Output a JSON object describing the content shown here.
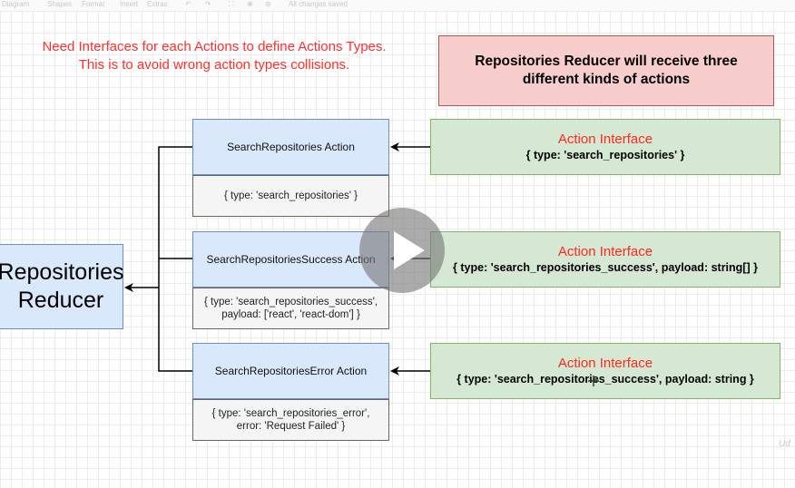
{
  "toolbar": {
    "items": [
      "Diagram",
      "Shapes",
      "Format",
      "Insert",
      "Extras"
    ],
    "status": "All changes saved"
  },
  "note": {
    "line1": "Need Interfaces for each Actions to define Actions Types.",
    "line2": "This is to avoid wrong action types collisions."
  },
  "reducer_info": {
    "line1": "Repositories Reducer will receive three",
    "line2": "different kinds of actions"
  },
  "reducer": {
    "line1": "Repositories",
    "line2": "Reducer"
  },
  "actions": [
    {
      "name": "SearchRepositories Action",
      "line1": "{ type: 'search_repositories' }",
      "line2": ""
    },
    {
      "name": "SearchRepositoriesSuccess Action",
      "line1": "{ type: 'search_repositories_success',",
      "line2": "payload: ['react', 'react-dom'] }"
    },
    {
      "name": "SearchRepositoriesError Action",
      "line1": "{ type: 'search_repositories_error',",
      "line2": "error: 'Request Failed' }"
    }
  ],
  "interfaces": [
    {
      "title": "Action Interface",
      "code": "{ type: 'search_repositories' }"
    },
    {
      "title": "Action Interface",
      "code": "{ type: 'search_repositories_success', payload: string[] }"
    },
    {
      "title": "Action Interface",
      "code": "{ type: 'search_repositories_success', payload: string }"
    }
  ],
  "watermark": "Ud",
  "colors": {
    "note_text": "#ff3030",
    "interface_title": "#ff2a1a",
    "action_fill": "#dae8fc",
    "interface_fill": "#d5e8d4",
    "info_fill": "#f8cecc"
  }
}
